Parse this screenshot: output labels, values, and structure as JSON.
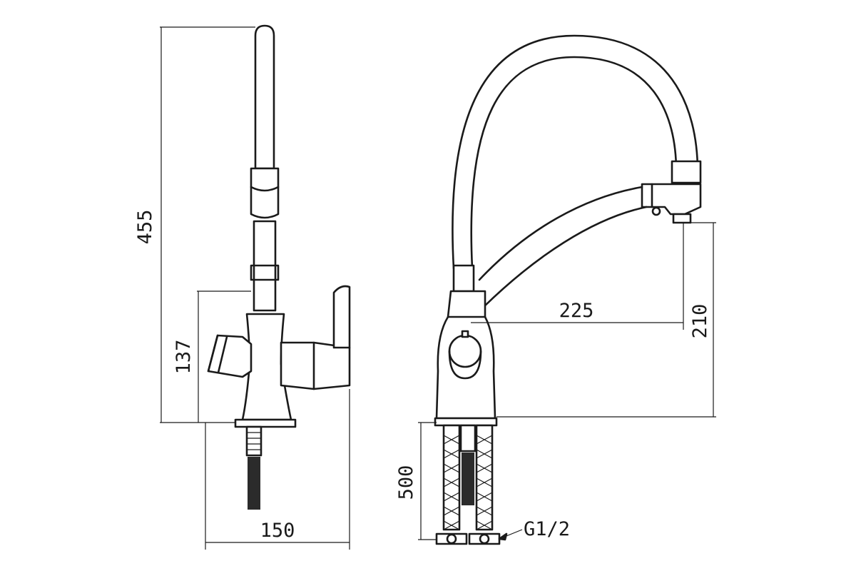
{
  "dimensions": {
    "total_height": "455",
    "body_height": "137",
    "lever_reach": "150",
    "spout_reach": "225",
    "spout_height": "210",
    "hose_length": "500",
    "connection_thread": "G1/2"
  }
}
